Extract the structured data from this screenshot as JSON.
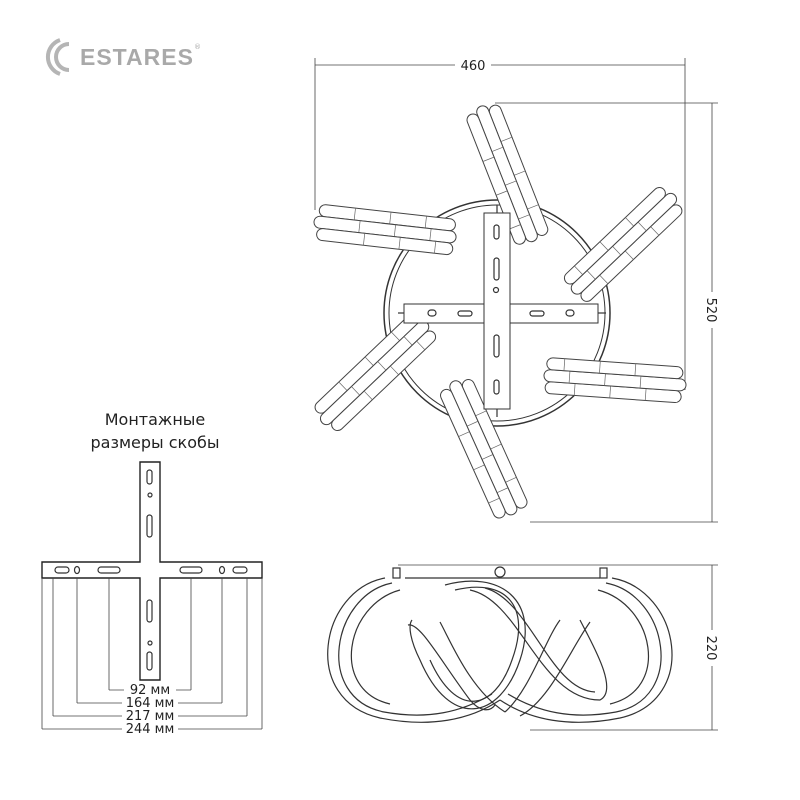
{
  "brand": {
    "name": "ESTARES",
    "registered": "®",
    "color": "#a9a9a9"
  },
  "top_view": {
    "width_label": "460",
    "height_label": "520"
  },
  "side_view": {
    "height_label": "220"
  },
  "bracket": {
    "caption_line1": "Монтажные",
    "caption_line2": "размеры скобы",
    "dimensions": [
      "92 мм",
      "164 мм",
      "217 мм",
      "244 мм"
    ]
  }
}
